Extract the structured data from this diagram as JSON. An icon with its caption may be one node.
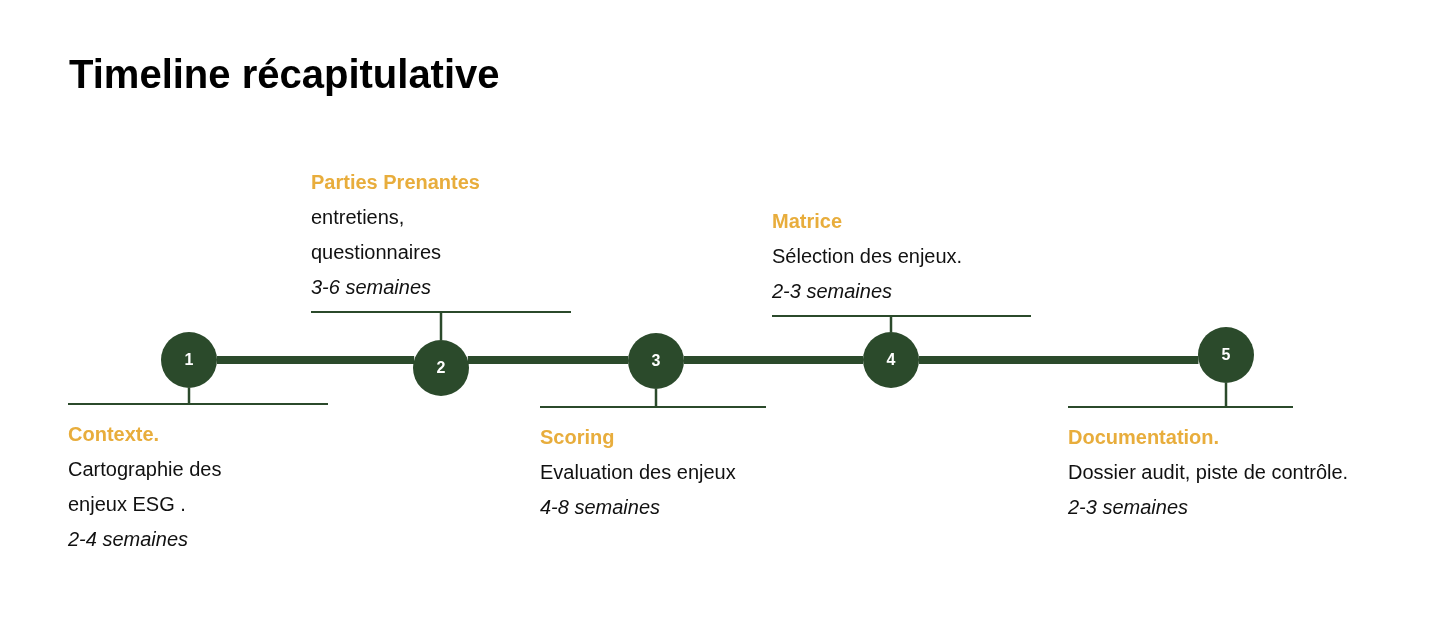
{
  "diagram": {
    "title": "Timeline récapitulative",
    "nodes": [
      {
        "text": [
          "1"
        ]
      },
      {
        "text": [
          "2"
        ]
      },
      {
        "text": [
          "3"
        ]
      },
      {
        "text": [
          "4"
        ]
      },
      {
        "text": [
          "5"
        ]
      },
      {
        "text": [
          "Contexte.",
          "Cartographie des enjeux ESG .",
          "2-4 semaines"
        ]
      },
      {
        "text": [
          "Parties Prenantes",
          "entretiens, questionnaires",
          "3-6 semaines"
        ]
      },
      {
        "text": [
          "Scoring",
          "Evaluation des enjeux",
          "4-8 semaines"
        ]
      },
      {
        "text": [
          "Matrice",
          "Sélection des enjeux.",
          "2-3 semaines"
        ]
      },
      {
        "text": [
          "Documentation.",
          "Dossier audit, piste de contrôle.",
          "2-3 semaines"
        ]
      }
    ],
    "edges": [
      {
        "from": 0,
        "to": 1,
        "arrow": "none",
        "style": "thick"
      },
      {
        "from": 1,
        "to": 2,
        "arrow": "none",
        "style": "thick"
      },
      {
        "from": 2,
        "to": 3,
        "arrow": "none",
        "style": "thick"
      },
      {
        "from": 3,
        "to": 4,
        "arrow": "none",
        "style": "thick"
      },
      {
        "from": 0,
        "to": 5,
        "arrow": "none"
      },
      {
        "from": 1,
        "to": 6,
        "arrow": "none"
      },
      {
        "from": 2,
        "to": 7,
        "arrow": "none"
      },
      {
        "from": 3,
        "to": 8,
        "arrow": "none"
      },
      {
        "from": 4,
        "to": 9,
        "arrow": "none"
      }
    ]
  }
}
